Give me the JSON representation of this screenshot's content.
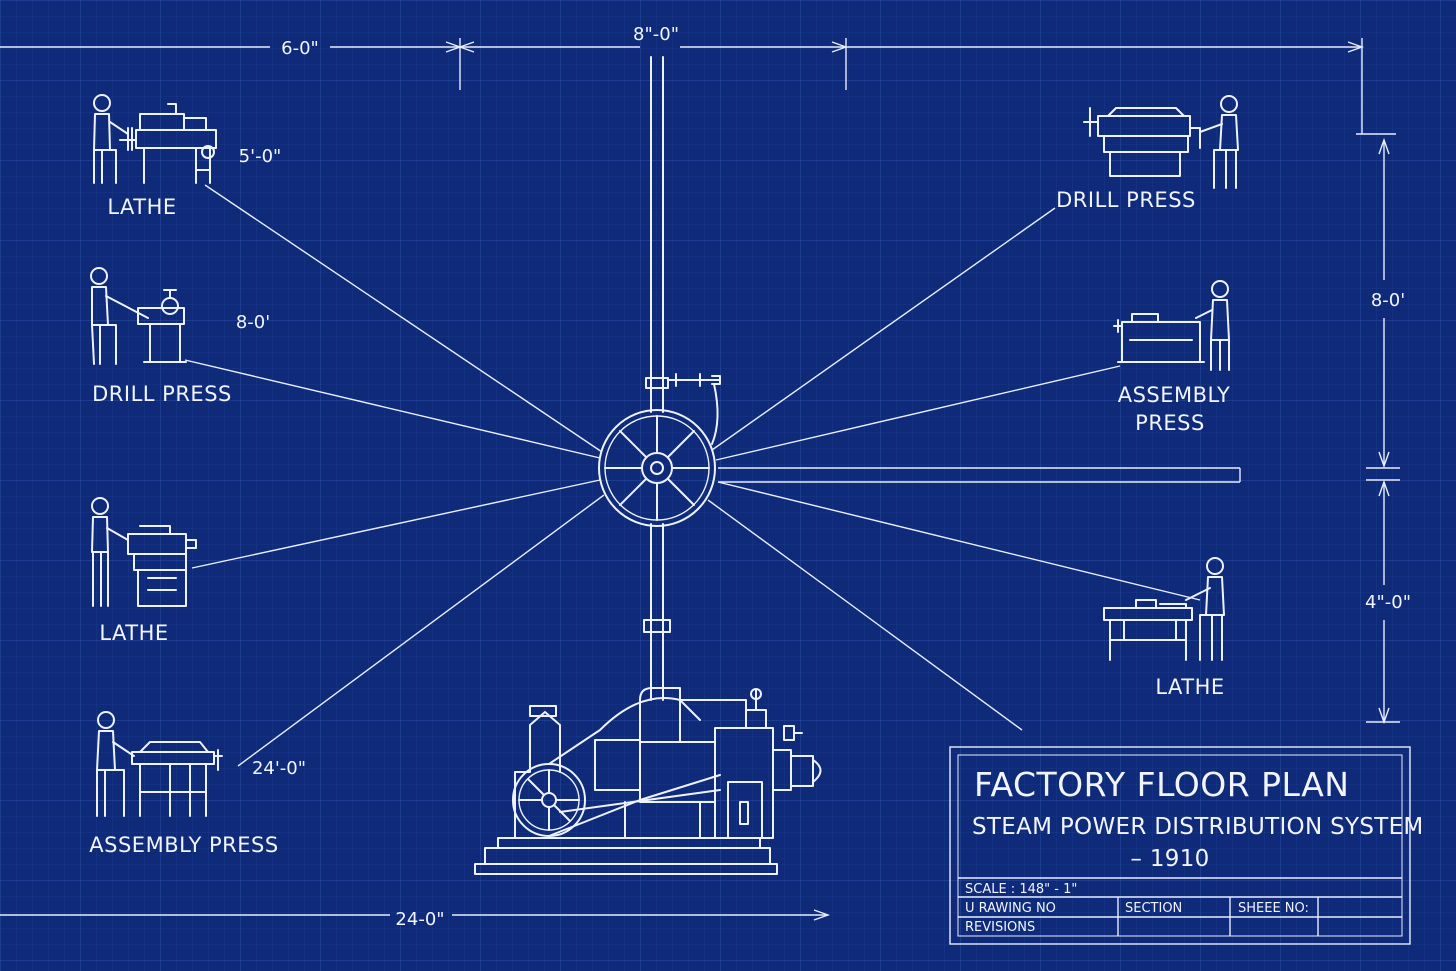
{
  "colors": {
    "background": "#0e2a78",
    "line": "#eef2ff",
    "grid": "#2a4a9a"
  },
  "dimensions": {
    "top_left": "6-0\"",
    "top_center": "8\"-0\"",
    "right_upper": "8-0'",
    "right_lower": "4\"-0\"",
    "bottom": "24-0\"",
    "lathe_top": "5'-0\"",
    "drill_left": "8-0'",
    "assembly_left": "24'-0\""
  },
  "machines": {
    "left_1": "LATHE",
    "left_2": "DRILL PRESS",
    "left_3": "LATHE",
    "left_4": "ASSEMBLY PRESS",
    "right_1": "DRILL PRESS",
    "right_2_line1": "ASSEMBLY",
    "right_2_line2": "PRESS",
    "right_3": "LATHE"
  },
  "title_block": {
    "title": "FACTORY FLOOR PLAN",
    "subtitle": "STEAM POWER DISTRIBUTION SYSTEM",
    "year": "– 1910",
    "scale": "SCALE : 148\" - 1\"",
    "drawing_no": "U RAWING NO",
    "section": "SECTION",
    "sheet_no": "SHEEE NO:",
    "revisions": "REVISIONS"
  }
}
